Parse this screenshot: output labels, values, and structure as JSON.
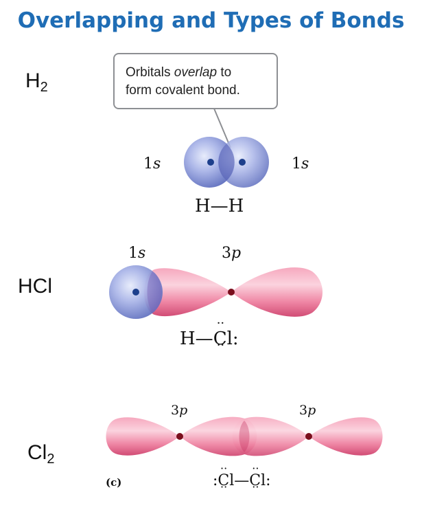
{
  "title": "Overlapping and Types of Bonds",
  "rows": {
    "h2": {
      "label_main": "H",
      "label_sub": "2",
      "callout_line1_a": "Orbitals ",
      "callout_line1_em": "overlap",
      "callout_line1_b": " to",
      "callout_line2": "form covalent bond.",
      "left_orbital_num": "1",
      "left_orbital_letter": "s",
      "right_orbital_num": "1",
      "right_orbital_letter": "s",
      "formula": "H—H"
    },
    "hcl": {
      "label": "HCl",
      "left_orbital_num": "1",
      "left_orbital_letter": "s",
      "right_orbital_num": "3",
      "right_orbital_letter": "p",
      "formula_h": "H—",
      "formula_cl": "Cl:",
      "formula_cl_dots": "··"
    },
    "cl2": {
      "label_main": "Cl",
      "label_sub": "2",
      "left_orbital_num": "3",
      "left_orbital_letter": "p",
      "right_orbital_num": "3",
      "right_orbital_letter": "p",
      "panel_label": "(c)",
      "formula_left": ":Cl—",
      "formula_right": "Cl:",
      "formula_dots": "··"
    }
  },
  "colors": {
    "title": "#1f6db5",
    "s_orbital": "#8b98d9",
    "p_orbital": "#f27fa0",
    "nucleus": "#1d3f8c",
    "p_node": "#7a0f1d"
  }
}
